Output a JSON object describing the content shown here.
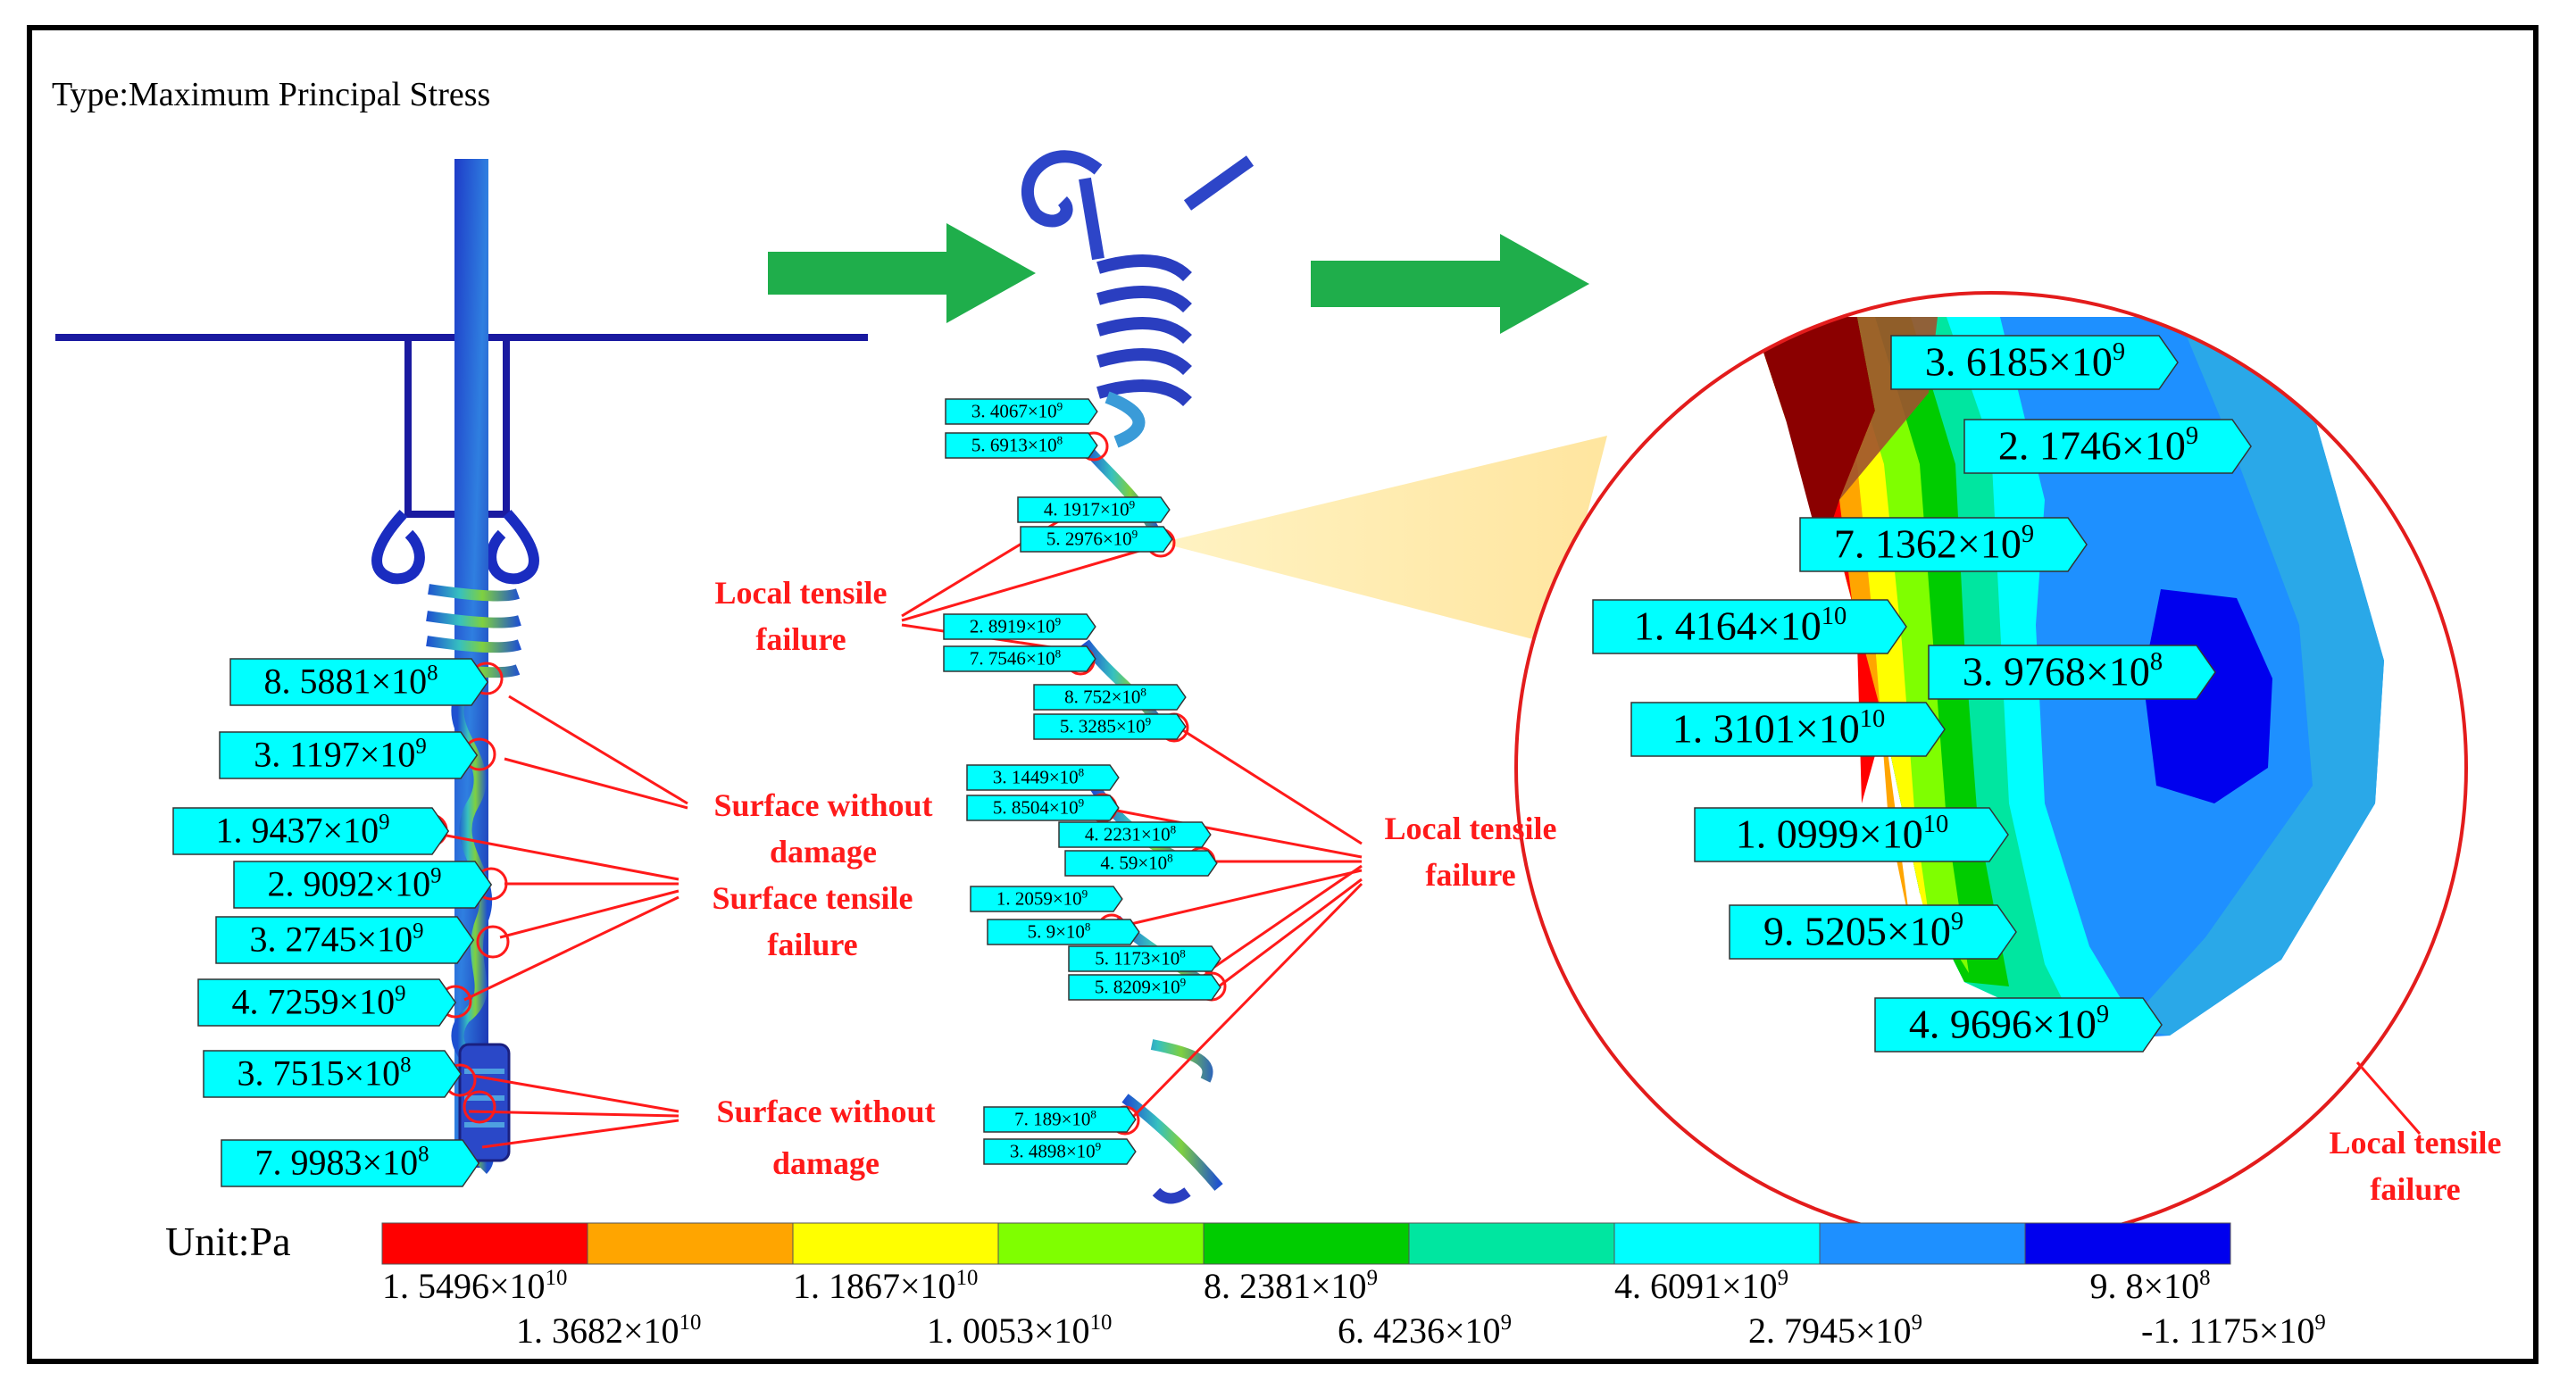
{
  "header": {
    "type_text": "Type:Maximum Principal Stress"
  },
  "unit": "Unit:Pa",
  "colors": {
    "legend": [
      "#ff0000",
      "#ffa500",
      "#ffff00",
      "#7fff00",
      "#00cc00",
      "#00e6a0",
      "#00ffff",
      "#1e90ff",
      "#0000ee"
    ],
    "arrow": "#1fae4b",
    "annotation": "#ff1a1a",
    "label_box": "#00ffff"
  },
  "legend": {
    "ticks_top": [
      {
        "m": "1. 5496×10",
        "e": "10"
      },
      {
        "m": "1. 1867×10",
        "e": "10"
      },
      {
        "m": "8. 2381×10",
        "e": "9"
      },
      {
        "m": "4. 6091×10",
        "e": "9"
      },
      {
        "m": "9. 8×10",
        "e": "8"
      }
    ],
    "ticks_bottom": [
      {
        "m": "1. 3682×10",
        "e": "10"
      },
      {
        "m": "1. 0053×10",
        "e": "10"
      },
      {
        "m": "6. 4236×10",
        "e": "9"
      },
      {
        "m": "2. 7945×10",
        "e": "9"
      },
      {
        "m": "-1. 1175×10",
        "e": "9"
      }
    ]
  },
  "left_labels": [
    {
      "m": "8. 5881×10",
      "e": "8"
    },
    {
      "m": "3. 1197×10",
      "e": "9"
    },
    {
      "m": "1. 9437×10",
      "e": "9"
    },
    {
      "m": "2. 9092×10",
      "e": "9"
    },
    {
      "m": "3. 2745×10",
      "e": "9"
    },
    {
      "m": "4. 7259×10",
      "e": "9"
    },
    {
      "m": "3. 7515×10",
      "e": "8"
    },
    {
      "m": "7. 9983×10",
      "e": "8"
    }
  ],
  "middle_labels": [
    {
      "m": "3. 4067×10",
      "e": "9"
    },
    {
      "m": "5. 6913×10",
      "e": "8"
    },
    {
      "m": "4. 1917×10",
      "e": "9"
    },
    {
      "m": "5. 2976×10",
      "e": "9"
    },
    {
      "m": "2. 8919×10",
      "e": "9"
    },
    {
      "m": "7. 7546×10",
      "e": "8"
    },
    {
      "m": "8. 752×10",
      "e": "8"
    },
    {
      "m": "5. 3285×10",
      "e": "9"
    },
    {
      "m": "3. 1449×10",
      "e": "8"
    },
    {
      "m": "5. 8504×10",
      "e": "9"
    },
    {
      "m": "4. 2231×10",
      "e": "8"
    },
    {
      "m": "4. 59×10",
      "e": "8"
    },
    {
      "m": "1. 2059×10",
      "e": "9"
    },
    {
      "m": "5. 9×10",
      "e": "8"
    },
    {
      "m": "5. 1173×10",
      "e": "8"
    },
    {
      "m": "5. 8209×10",
      "e": "9"
    },
    {
      "m": "7. 189×10",
      "e": "8"
    },
    {
      "m": "3. 4898×10",
      "e": "9"
    }
  ],
  "zoom_labels": [
    {
      "m": "3. 6185×10",
      "e": "9"
    },
    {
      "m": "2. 1746×10",
      "e": "9"
    },
    {
      "m": "7. 1362×10",
      "e": "9"
    },
    {
      "m": "1. 4164×10",
      "e": "10"
    },
    {
      "m": "3. 9768×10",
      "e": "8"
    },
    {
      "m": "1. 3101×10",
      "e": "10"
    },
    {
      "m": "1. 0999×10",
      "e": "10"
    },
    {
      "m": "9. 5205×10",
      "e": "9"
    },
    {
      "m": "4. 9696×10",
      "e": "9"
    }
  ],
  "annotations": {
    "surface_without_damage_top": [
      "Surface without",
      "damage"
    ],
    "surface_tensile_failure": [
      "Surface tensile",
      "failure"
    ],
    "surface_without_damage_bottom": [
      "Surface without",
      "damage"
    ],
    "local_tensile_failure_mid": [
      "Local tensile",
      "failure"
    ],
    "local_tensile_failure_right": [
      "Local tensile",
      "failure"
    ],
    "local_tensile_failure_zoom": [
      "Local tensile",
      "failure"
    ]
  }
}
